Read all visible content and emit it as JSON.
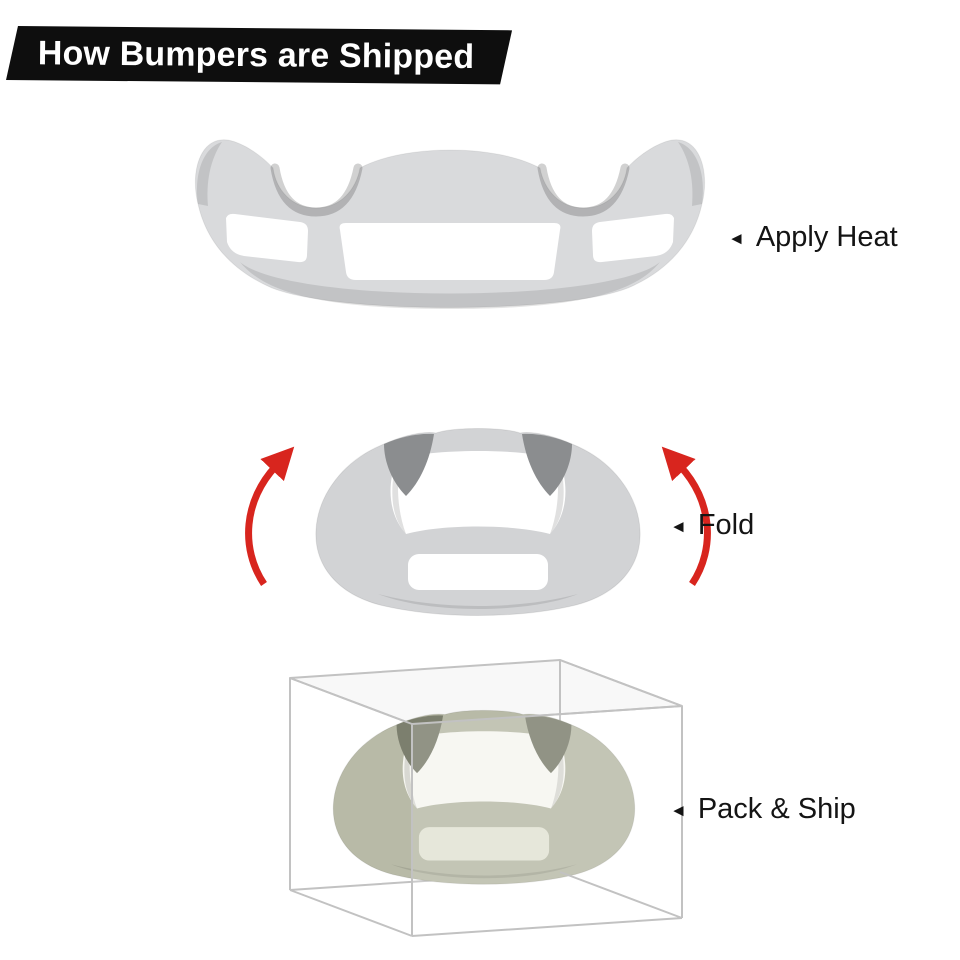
{
  "header": {
    "title": "How Bumpers are Shipped"
  },
  "steps": [
    {
      "name": "apply-heat",
      "pointer": "◄",
      "label": "Apply Heat"
    },
    {
      "name": "fold",
      "pointer": "◄",
      "label": "Fold"
    },
    {
      "name": "pack-ship",
      "pointer": "◄",
      "label": "Pack & Ship"
    }
  ],
  "colors": {
    "banner_bg": "#0e0e0e",
    "banner_text": "#ffffff",
    "label_text": "#141414",
    "bumper_light": "#d9dadc",
    "fold_light": "#d2d3d5",
    "fold_dark": "#8b8d8f",
    "fold_arrow": "#d8251e",
    "packed_light": "#b8baa7",
    "packed_dark": "#7c7f6e",
    "packed_opening": "#f6f6f0",
    "packed_slot": "#e2e3d3",
    "box_line": "#c2c2c2"
  }
}
